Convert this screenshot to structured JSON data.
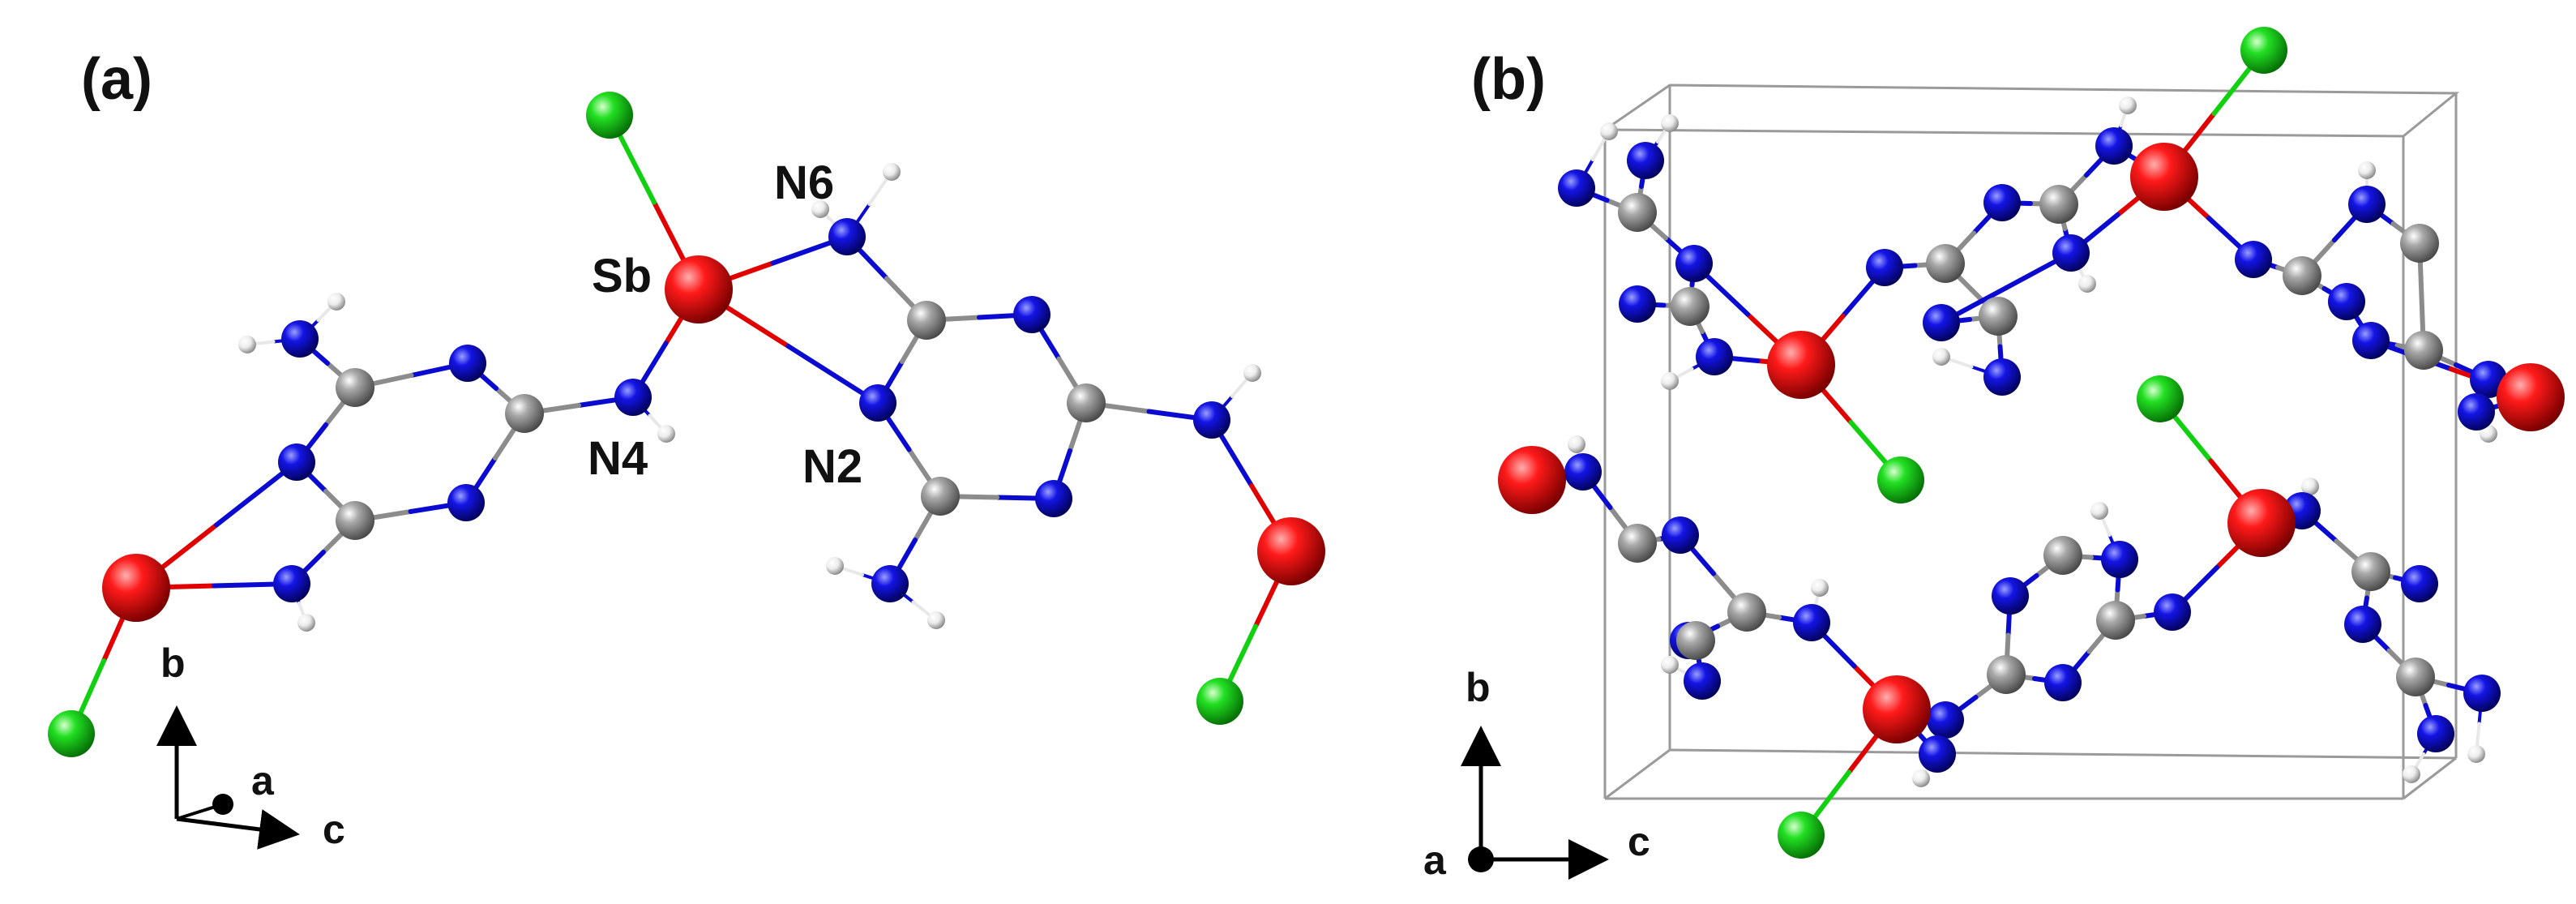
{
  "panels": {
    "a": {
      "label": "(a)",
      "atom_labels": {
        "sb": "Sb",
        "n6": "N6",
        "n4": "N4",
        "n2": "N2"
      },
      "axes": {
        "b": "b",
        "a": "a",
        "c": "c"
      }
    },
    "b": {
      "label": "(b)",
      "axes": {
        "b": "b",
        "a": "a",
        "c": "c"
      }
    }
  },
  "colors": {
    "Sb": "#e00000",
    "Cl": "#10d010",
    "N": "#0a0ad0",
    "C": "#8c8c8c",
    "H": "#e8e8e8",
    "cell": "#9a9a9a",
    "axis": "#000000"
  }
}
